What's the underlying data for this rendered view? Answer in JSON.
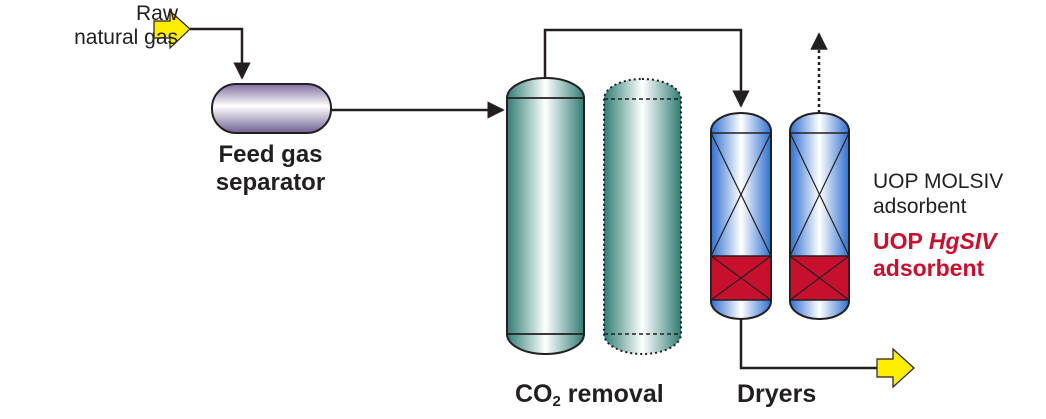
{
  "labels": {
    "raw_gas_line1": "Raw",
    "raw_gas_line2": "natural gas",
    "separator_line1": "Feed gas",
    "separator_line2": "separator",
    "co2_prefix": "CO",
    "co2_subscript": "2",
    "co2_suffix": " removal",
    "dryers": "Dryers",
    "molsiv_line1": "UOP MOLSIV",
    "molsiv_line2": "adsorbent",
    "hgsiv_prefix": "UOP ",
    "hgsiv_italic": "HgSIV",
    "hgsiv_line2": "adsorbent"
  },
  "colors": {
    "flow_arrow": "#ffee00",
    "line": "#231f20",
    "separator": "#8a7fa8",
    "co2_column": "#3c8a80",
    "dryer": "#3a7bd5",
    "hgsiv_bed": "#c8102e"
  }
}
